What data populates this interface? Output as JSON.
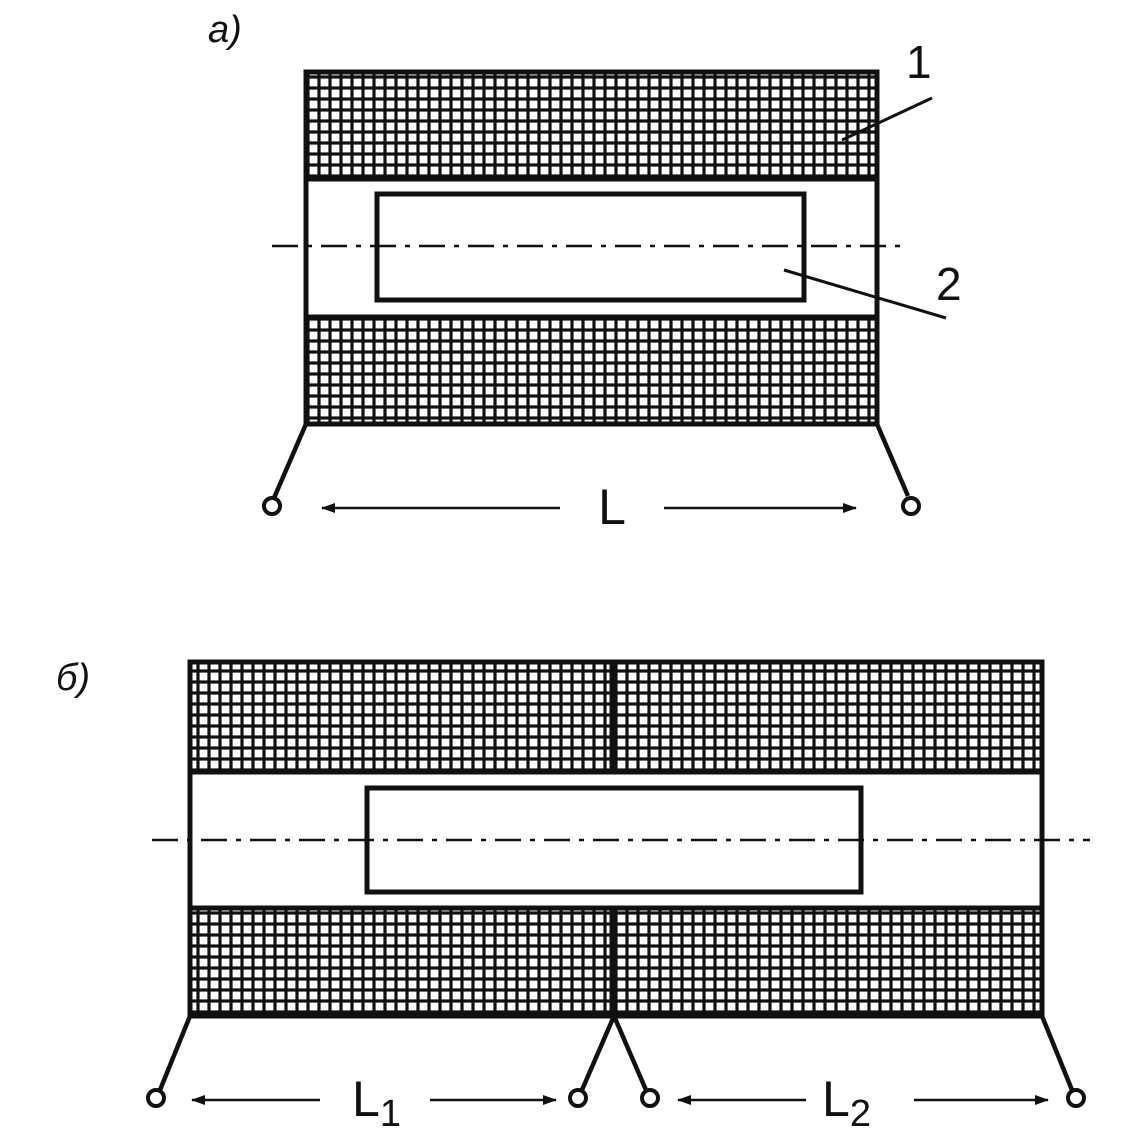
{
  "figure_a": {
    "label": "а)",
    "callout_1": "1",
    "callout_2": "2",
    "dimension": "L"
  },
  "figure_b": {
    "label": "б)",
    "dimension_1_main": "L",
    "dimension_1_sub": "1",
    "dimension_2_main": "L",
    "dimension_2_sub": "2"
  },
  "colors": {
    "ink": "#111111",
    "background": "#ffffff"
  }
}
